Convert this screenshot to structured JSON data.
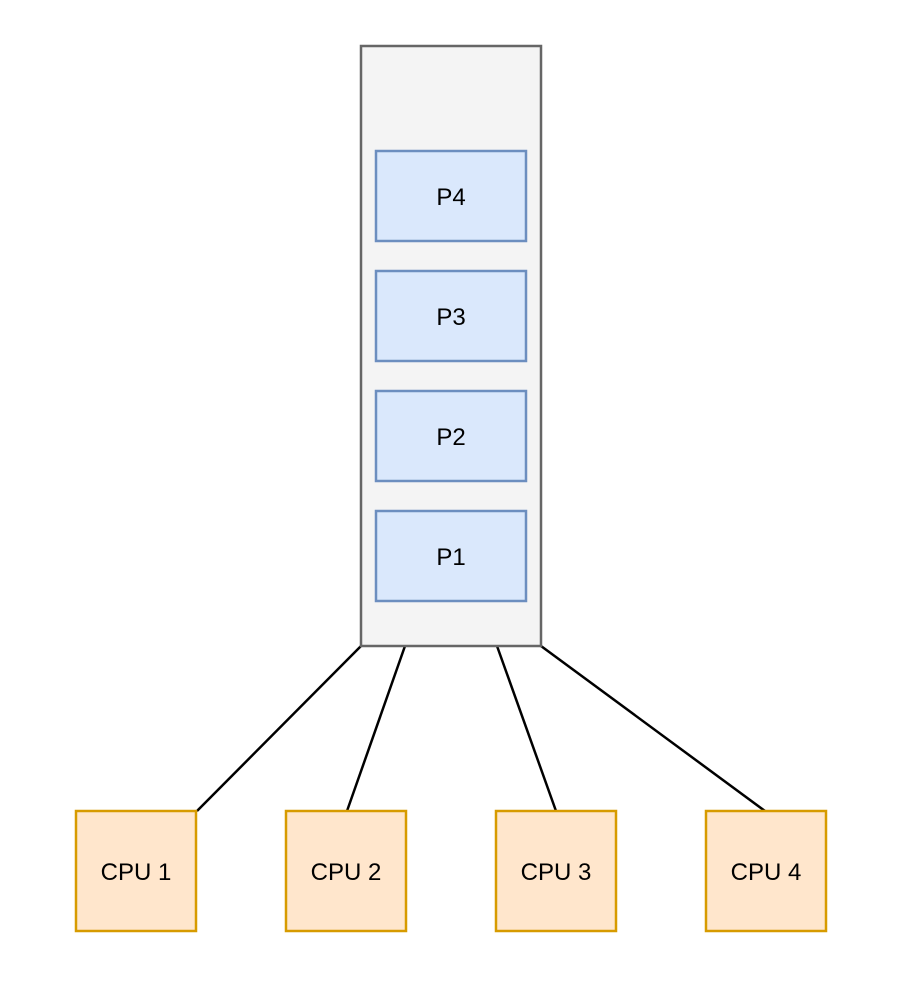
{
  "colors": {
    "background": "#ffffff",
    "queue_fill": "#f4f4f4",
    "queue_stroke": "#666666",
    "process_fill": "#dae8fc",
    "process_stroke": "#6c8ebf",
    "cpu_fill": "#ffe6cc",
    "cpu_stroke": "#d79b00",
    "edge_stroke": "#000000"
  },
  "queue": {
    "processes": [
      {
        "id": "p4",
        "label": "P4"
      },
      {
        "id": "p3",
        "label": "P3"
      },
      {
        "id": "p2",
        "label": "P2"
      },
      {
        "id": "p1",
        "label": "P1"
      }
    ]
  },
  "cpus": [
    {
      "id": "cpu1",
      "label": "CPU 1"
    },
    {
      "id": "cpu2",
      "label": "CPU 2"
    },
    {
      "id": "cpu3",
      "label": "CPU 3"
    },
    {
      "id": "cpu4",
      "label": "CPU 4"
    }
  ],
  "edges": [
    {
      "from": "queue",
      "to": "cpu1"
    },
    {
      "from": "queue",
      "to": "cpu2"
    },
    {
      "from": "queue",
      "to": "cpu3"
    },
    {
      "from": "queue",
      "to": "cpu4"
    }
  ]
}
